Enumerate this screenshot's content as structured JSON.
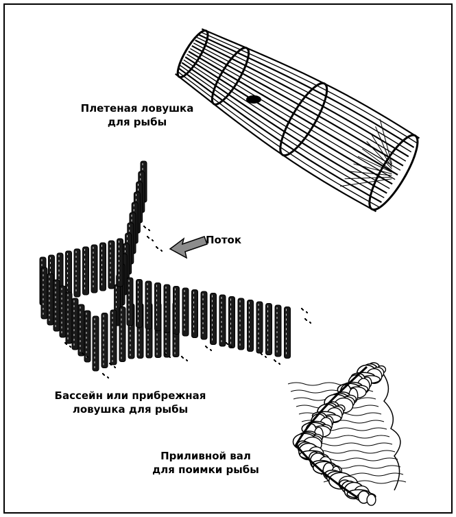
{
  "labels": {
    "woven_trap": [
      "Плетеная ловушка",
      "для рыбы"
    ],
    "flow": "Поток",
    "pool_trap": [
      "Бассейн или прибрежная",
      "ловушка для рыбы"
    ],
    "tidal_wall": [
      "Приливной вал",
      "для поимки рыбы"
    ]
  },
  "colors": {
    "ink": "#000000",
    "arrow": "#8c8c8c",
    "background": "#ffffff"
  }
}
